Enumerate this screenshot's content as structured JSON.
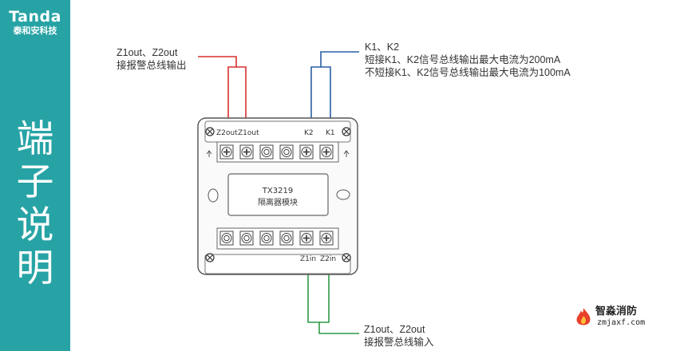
{
  "brand": {
    "name": "Tanda",
    "cn": "泰和安科技"
  },
  "side_title": [
    "端",
    "子",
    "说",
    "明"
  ],
  "notes": {
    "top_left": [
      "Z1out、Z2out",
      "接报警总线输出"
    ],
    "top_right": [
      "K1、K2",
      "短接K1、K2信号总线输出最大电流为200mA",
      "不短接K1、K2信号总线输出最大电流为100mA"
    ],
    "bottom": [
      "Z1out、Z2out",
      "接报警总线输入"
    ]
  },
  "module": {
    "model": "TX3219",
    "name": "隔离器模块",
    "top_terminals": [
      "Z2out",
      "Z1out",
      "",
      "",
      "K2",
      "K1"
    ],
    "bottom_terminals": [
      "",
      "",
      "",
      "",
      "Z1in",
      "Z2in"
    ]
  },
  "watermark": {
    "cn": "智淼消防",
    "url": "zmjaxf.com"
  },
  "colors": {
    "sidebar": "#27a3a5",
    "red_wire": "#d9302f",
    "blue_wire": "#2a5fa5",
    "green_wire": "#2f9a47"
  }
}
